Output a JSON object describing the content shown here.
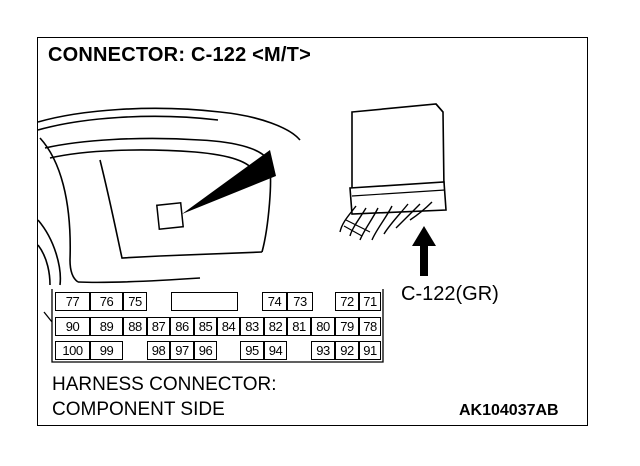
{
  "title": "CONNECTOR: C-122 <M/T>",
  "connector_label": "C-122(GR)",
  "caption_line1": "HARNESS CONNECTOR:",
  "caption_line2": "COMPONENT SIDE",
  "figure_code": "AK104037",
  "figure_code_suffix": "AB",
  "pins": {
    "row1": [
      "77",
      "76",
      "75",
      "",
      "74",
      "73",
      "72",
      "71"
    ],
    "row2": [
      "90",
      "89",
      "88",
      "87",
      "86",
      "85",
      "84",
      "83",
      "82",
      "81",
      "80",
      "79",
      "78"
    ],
    "row3": [
      "100",
      "99",
      "98",
      "97",
      "96",
      "95",
      "94",
      "93",
      "92",
      "91"
    ]
  }
}
